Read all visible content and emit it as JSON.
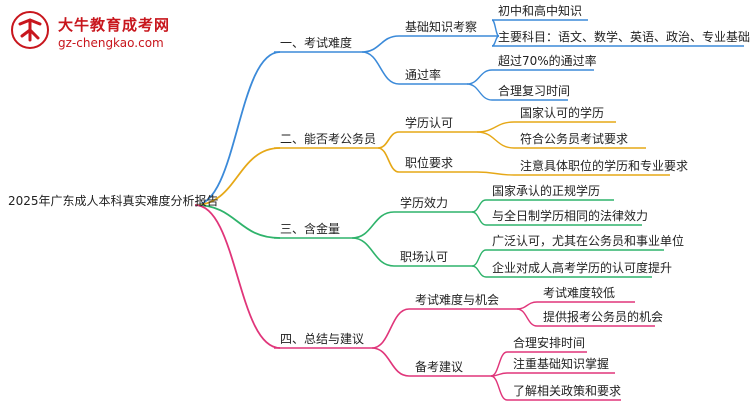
{
  "logo": {
    "title": "大牛教育成考网",
    "url": "gz-chengkao.com"
  },
  "root": "2025年广东成人本科真实难度分析报告",
  "branches": [
    {
      "label": "一、考试难度",
      "color": "#3b8ad9",
      "subs": [
        {
          "label": "基础知识考察",
          "leaves": [
            "初中和高中知识",
            "主要科目：语文、数学、英语、政治、专业基础"
          ]
        },
        {
          "label": "通过率",
          "leaves": [
            "超过70%的通过率",
            "合理复习时间"
          ]
        }
      ]
    },
    {
      "label": "二、能否考公务员",
      "color": "#e6a817",
      "subs": [
        {
          "label": "学历认可",
          "leaves": [
            "国家认可的学历",
            "符合公务员考试要求"
          ]
        },
        {
          "label": "职位要求",
          "leaves": [
            "注意具体职位的学历和专业要求"
          ]
        }
      ]
    },
    {
      "label": "三、含金量",
      "color": "#2fb36b",
      "subs": [
        {
          "label": "学历效力",
          "leaves": [
            "国家承认的正规学历",
            "与全日制学历相同的法律效力"
          ]
        },
        {
          "label": "职场认可",
          "leaves": [
            "广泛认可，尤其在公务员和事业单位",
            "企业对成人高考学历的认可度提升"
          ]
        }
      ]
    },
    {
      "label": "四、总结与建议",
      "color": "#e0357a",
      "subs": [
        {
          "label": "考试难度与机会",
          "leaves": [
            "考试难度较低",
            "提供报考公务员的机会"
          ]
        },
        {
          "label": "备考建议",
          "leaves": [
            "合理安排时间",
            "注重基础知识掌握",
            "了解相关政策和要求"
          ]
        }
      ]
    }
  ]
}
